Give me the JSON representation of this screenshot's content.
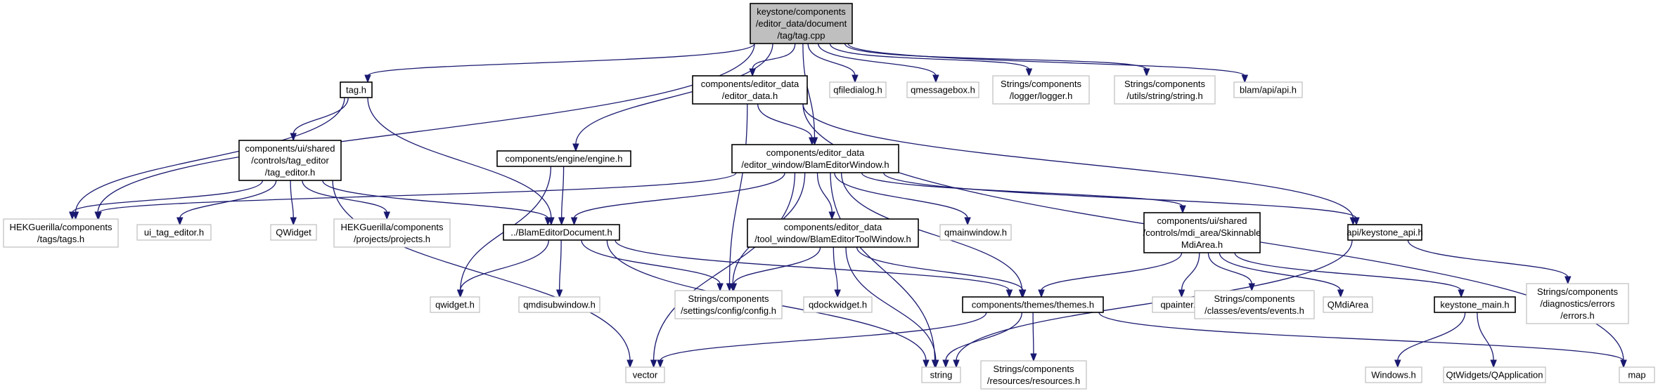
{
  "nodes": [
    {
      "id": "root",
      "kind": "root",
      "lines": [
        "keystone/components",
        "/editor_data/document",
        "/tag/tag.cpp"
      ]
    },
    {
      "id": "tag_h",
      "kind": "doc",
      "lines": [
        "tag.h"
      ]
    },
    {
      "id": "editor_data_h",
      "kind": "doc",
      "lines": [
        "components/editor_data",
        "/editor_data.h"
      ]
    },
    {
      "id": "qfiledialog",
      "kind": "ext",
      "lines": [
        "qfiledialog.h"
      ]
    },
    {
      "id": "qmessagebox",
      "kind": "ext",
      "lines": [
        "qmessagebox.h"
      ]
    },
    {
      "id": "logger",
      "kind": "ext",
      "lines": [
        "Strings/components",
        "/logger/logger.h"
      ]
    },
    {
      "id": "string_h",
      "kind": "ext",
      "lines": [
        "Strings/components",
        "/utils/string/string.h"
      ]
    },
    {
      "id": "blam_api",
      "kind": "ext",
      "lines": [
        "blam/api/api.h"
      ]
    },
    {
      "id": "tag_editor",
      "kind": "doc",
      "lines": [
        "components/ui/shared",
        "/controls/tag_editor",
        "/tag_editor.h"
      ]
    },
    {
      "id": "engine",
      "kind": "doc",
      "lines": [
        "components/engine/engine.h"
      ]
    },
    {
      "id": "bew",
      "kind": "doc",
      "lines": [
        "components/editor_data",
        "/editor_window/BlamEditorWindow.h"
      ]
    },
    {
      "id": "tags",
      "kind": "ext",
      "lines": [
        "HEKGuerilla/components",
        "/tags/tags.h"
      ]
    },
    {
      "id": "ui_tag_editor",
      "kind": "ext",
      "lines": [
        "ui_tag_editor.h"
      ]
    },
    {
      "id": "qwidget_cap",
      "kind": "ext",
      "lines": [
        "QWidget"
      ]
    },
    {
      "id": "projects",
      "kind": "ext",
      "lines": [
        "HEKGuerilla/components",
        "/projects/projects.h"
      ]
    },
    {
      "id": "bed",
      "kind": "doc",
      "lines": [
        "../BlamEditorDocument.h"
      ]
    },
    {
      "id": "betw",
      "kind": "doc",
      "lines": [
        "components/editor_data",
        "/tool_window/BlamEditorToolWindow.h"
      ]
    },
    {
      "id": "qmainwindow",
      "kind": "ext",
      "lines": [
        "qmainwindow.h"
      ]
    },
    {
      "id": "mdi",
      "kind": "doc",
      "lines": [
        "components/ui/shared",
        "/controls/mdi_area/Skinnable",
        "MdiArea.h"
      ]
    },
    {
      "id": "keystone_api",
      "kind": "doc",
      "lines": [
        "api/keystone_api.h"
      ]
    },
    {
      "id": "qwidget",
      "kind": "ext",
      "lines": [
        "qwidget.h"
      ]
    },
    {
      "id": "qmdisub",
      "kind": "ext",
      "lines": [
        "qmdisubwindow.h"
      ]
    },
    {
      "id": "config",
      "kind": "ext",
      "lines": [
        "Strings/components",
        "/settings/config/config.h"
      ]
    },
    {
      "id": "qdockwidget",
      "kind": "ext",
      "lines": [
        "qdockwidget.h"
      ]
    },
    {
      "id": "themes",
      "kind": "doc",
      "lines": [
        "components/themes/themes.h"
      ]
    },
    {
      "id": "qpainter",
      "kind": "ext",
      "lines": [
        "qpainter.h"
      ]
    },
    {
      "id": "events",
      "kind": "ext",
      "lines": [
        "Strings/components",
        "/classes/events/events.h"
      ]
    },
    {
      "id": "qmdiarea",
      "kind": "ext",
      "lines": [
        "QMdiArea"
      ]
    },
    {
      "id": "keystone_main",
      "kind": "doc",
      "lines": [
        "keystone_main.h"
      ]
    },
    {
      "id": "errors",
      "kind": "ext",
      "lines": [
        "Strings/components",
        "/diagnostics/errors",
        "/errors.h"
      ]
    },
    {
      "id": "vector",
      "kind": "ext",
      "lines": [
        "vector"
      ]
    },
    {
      "id": "string",
      "kind": "ext",
      "lines": [
        "string"
      ]
    },
    {
      "id": "resources",
      "kind": "ext",
      "lines": [
        "Strings/components",
        "/resources/resources.h"
      ]
    },
    {
      "id": "windows",
      "kind": "ext",
      "lines": [
        "Windows.h"
      ]
    },
    {
      "id": "qapplication",
      "kind": "ext",
      "lines": [
        "QtWidgets/QApplication"
      ]
    },
    {
      "id": "map",
      "kind": "ext",
      "lines": [
        "map"
      ]
    }
  ],
  "edges": [
    [
      "root",
      "tag_h"
    ],
    [
      "root",
      "editor_data_h"
    ],
    [
      "root",
      "qfiledialog"
    ],
    [
      "root",
      "qmessagebox"
    ],
    [
      "root",
      "logger"
    ],
    [
      "root",
      "string_h"
    ],
    [
      "root",
      "blam_api"
    ],
    [
      "root",
      "tags"
    ],
    [
      "root",
      "engine"
    ],
    [
      "root",
      "bew"
    ],
    [
      "tag_h",
      "tag_editor"
    ],
    [
      "tag_h",
      "tags"
    ],
    [
      "tag_h",
      "bed"
    ],
    [
      "tag_editor",
      "tags"
    ],
    [
      "tag_editor",
      "ui_tag_editor"
    ],
    [
      "tag_editor",
      "qwidget_cap"
    ],
    [
      "tag_editor",
      "projects"
    ],
    [
      "tag_editor",
      "bed"
    ],
    [
      "tag_editor",
      "vector"
    ],
    [
      "engine",
      "bed"
    ],
    [
      "engine",
      "qwidget"
    ],
    [
      "editor_data_h",
      "bew"
    ],
    [
      "editor_data_h",
      "config"
    ],
    [
      "editor_data_h",
      "keystone_api"
    ],
    [
      "editor_data_h",
      "map"
    ],
    [
      "bew",
      "tags"
    ],
    [
      "bew",
      "bed"
    ],
    [
      "bew",
      "config"
    ],
    [
      "bew",
      "vector"
    ],
    [
      "bew",
      "betw"
    ],
    [
      "bew",
      "qmainwindow"
    ],
    [
      "bew",
      "mdi"
    ],
    [
      "bew",
      "keystone_api"
    ],
    [
      "bew",
      "string"
    ],
    [
      "bew",
      "themes"
    ],
    [
      "bed",
      "qwidget"
    ],
    [
      "bed",
      "qmdisub"
    ],
    [
      "bed",
      "config"
    ],
    [
      "bed",
      "themes"
    ],
    [
      "bed",
      "string"
    ],
    [
      "betw",
      "config"
    ],
    [
      "betw",
      "qdockwidget"
    ],
    [
      "betw",
      "themes"
    ],
    [
      "betw",
      "string"
    ],
    [
      "mdi",
      "themes"
    ],
    [
      "mdi",
      "qpainter"
    ],
    [
      "mdi",
      "events"
    ],
    [
      "mdi",
      "qmdiarea"
    ],
    [
      "mdi",
      "keystone_main"
    ],
    [
      "keystone_api",
      "errors"
    ],
    [
      "keystone_api",
      "string"
    ],
    [
      "themes",
      "vector"
    ],
    [
      "themes",
      "string"
    ],
    [
      "themes",
      "resources"
    ],
    [
      "themes",
      "map"
    ],
    [
      "keystone_main",
      "windows"
    ],
    [
      "keystone_main",
      "qapplication"
    ]
  ]
}
